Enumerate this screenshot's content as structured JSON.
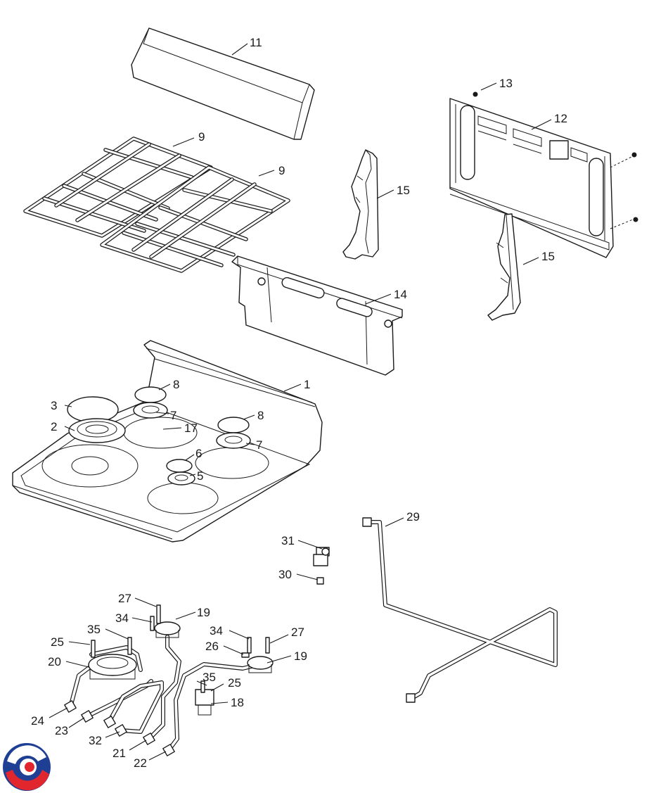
{
  "parts": [
    {
      "id": "p11",
      "label": "11"
    },
    {
      "id": "p9a",
      "label": "9"
    },
    {
      "id": "p9b",
      "label": "9"
    },
    {
      "id": "p13",
      "label": "13"
    },
    {
      "id": "p12",
      "label": "12"
    },
    {
      "id": "p15a",
      "label": "15"
    },
    {
      "id": "p15b",
      "label": "15"
    },
    {
      "id": "p14",
      "label": "14"
    },
    {
      "id": "p1",
      "label": "1"
    },
    {
      "id": "p8a",
      "label": "8"
    },
    {
      "id": "p3",
      "label": "3"
    },
    {
      "id": "p7a",
      "label": "7"
    },
    {
      "id": "p2",
      "label": "2"
    },
    {
      "id": "p17",
      "label": "17"
    },
    {
      "id": "p8b",
      "label": "8"
    },
    {
      "id": "p7b",
      "label": "7"
    },
    {
      "id": "p6",
      "label": "6"
    },
    {
      "id": "p5",
      "label": "5"
    },
    {
      "id": "p29",
      "label": "29"
    },
    {
      "id": "p31",
      "label": "31"
    },
    {
      "id": "p30",
      "label": "30"
    },
    {
      "id": "p27a",
      "label": "27"
    },
    {
      "id": "p19a",
      "label": "19"
    },
    {
      "id": "p34a",
      "label": "34"
    },
    {
      "id": "p35a",
      "label": "35"
    },
    {
      "id": "p25a",
      "label": "25"
    },
    {
      "id": "p34b",
      "label": "34"
    },
    {
      "id": "p27b",
      "label": "27"
    },
    {
      "id": "p26",
      "label": "26"
    },
    {
      "id": "p19b",
      "label": "19"
    },
    {
      "id": "p20",
      "label": "20"
    },
    {
      "id": "p35b",
      "label": "35"
    },
    {
      "id": "p25b",
      "label": "25"
    },
    {
      "id": "p18",
      "label": "18"
    },
    {
      "id": "p24",
      "label": "24"
    },
    {
      "id": "p23",
      "label": "23"
    },
    {
      "id": "p32",
      "label": "32"
    },
    {
      "id": "p21",
      "label": "21"
    },
    {
      "id": "p22",
      "label": "22"
    }
  ],
  "logo": {
    "colors": [
      "#1f3f95",
      "#e1262d",
      "#ffffff"
    ]
  }
}
